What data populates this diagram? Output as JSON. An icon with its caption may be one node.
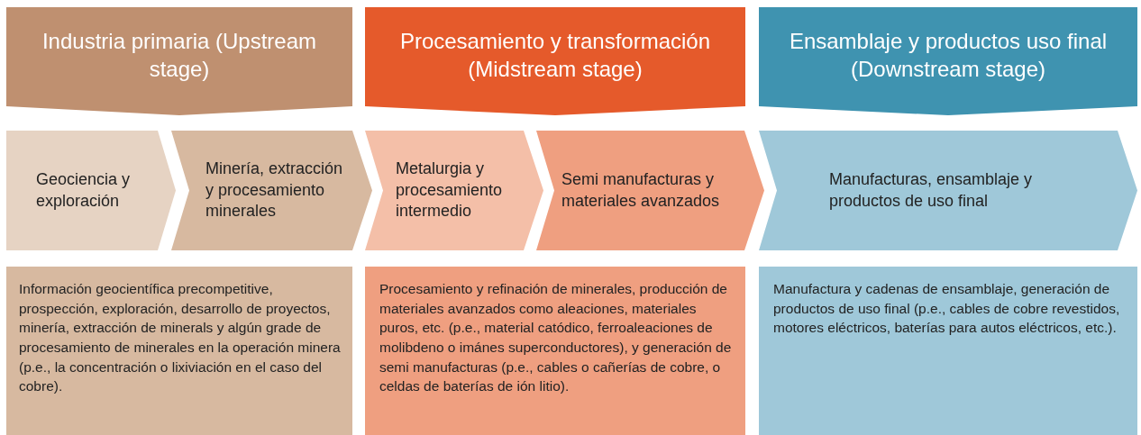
{
  "diagram": {
    "nodes": [
      {
        "text": [
          "Industria primaria (Upstream stage)"
        ]
      },
      {
        "text": [
          "Procesamiento y transformación (Midstream stage)"
        ]
      },
      {
        "text": [
          "Ensamblaje y productos uso final (Downstream stage)"
        ]
      },
      {
        "text": [
          "Geociencia y exploración"
        ]
      },
      {
        "text": [
          "Minería, extracción y procesamiento minerales"
        ]
      },
      {
        "text": [
          "Metalurgia y procesamiento intermedio"
        ]
      },
      {
        "text": [
          "Semi manufacturas y materiales avanzados"
        ]
      },
      {
        "text": [
          "Manufacturas, ensamblaje y productos de uso final"
        ]
      },
      {
        "text": [
          "Información geocientífica precompetitive, prospección, exploración, desarrollo de proyectos, minería, extracción de minerals y algún grade de procesamiento de minerales en la operación minera (p.e., la concentración o lixiviación en el caso del cobre)."
        ]
      },
      {
        "text": [
          "Procesamiento y refinación de minerales, producción de materiales avanzados como aleaciones, materiales puros, etc. (p.e., material catódico, ferroaleaciones de molibdeno o imánes superconductores), y generación de semi manufacturas (p.e., cables o cañerías de cobre, o celdas de baterías de ión litio)."
        ]
      },
      {
        "text": [
          "Manufactura y cadenas de ensamblaje, generación de productos de uso final (p.e., cables de cobre revestidos, motores eléctricos, baterías para autos eléctricos, etc.)."
        ]
      }
    ]
  }
}
